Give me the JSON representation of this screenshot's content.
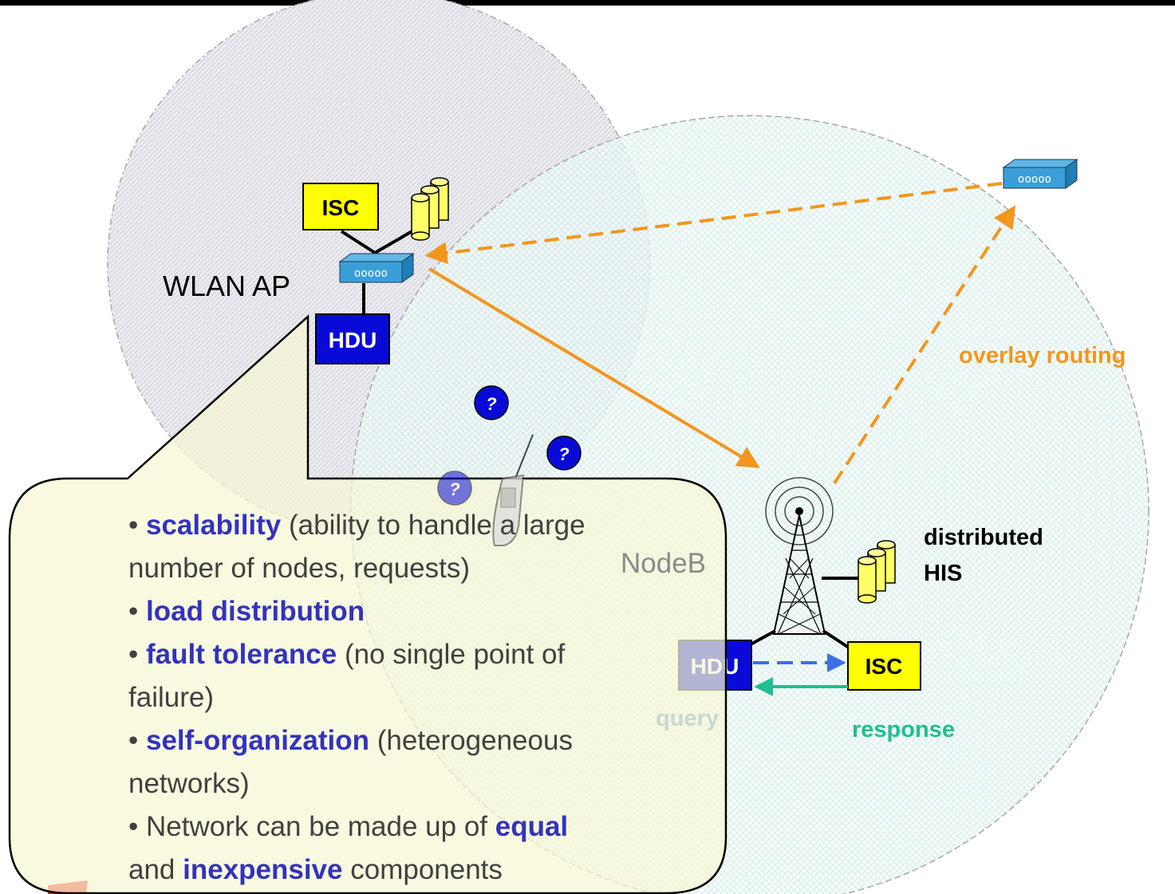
{
  "labels": {
    "wlan_ap": "WLAN AP",
    "nodeb": "NodeB",
    "overlay_routing": "overlay routing",
    "distributed_his_line1": "distributed",
    "distributed_his_line2": "HIS",
    "query": "query",
    "response": "response",
    "isc_top": "ISC",
    "hdu_top": "HDU",
    "isc_bottom": "ISC",
    "hdu_bottom": "HDU",
    "question_mark": "?"
  },
  "callout": {
    "b1_key": "scalability",
    "b1_rest": " (ability to handle a large",
    "b1_cont": "number of nodes, requests)",
    "b2_key": "load distribution",
    "b3_key": "fault tolerance",
    "b3_rest": " (no single point of",
    "b3_cont": "failure)",
    "b4_key": "self-organization",
    "b4_rest": " (heterogeneous",
    "b4_cont": "networks)",
    "b5_pre": " Network can be made up of ",
    "b5_key1": "equal",
    "b5_cont_pre": "and ",
    "b5_key2": "inexpensive",
    "b5_cont_post": " components",
    "bullet": "•"
  },
  "colors": {
    "orange": "#f2961e",
    "blue_key": "#3333bb",
    "query_blue": "#3d6fe8",
    "response_green": "#1fbf8f",
    "isc_yellow": "#ffff00",
    "hdu_blue": "#0a0ad8",
    "callout_fill": "#f7f7d4"
  },
  "icons": {
    "router": "router-icon",
    "database": "database-icon",
    "tower": "antenna-tower-icon",
    "phone": "mobile-phone-icon",
    "question": "question-mark-icon"
  }
}
